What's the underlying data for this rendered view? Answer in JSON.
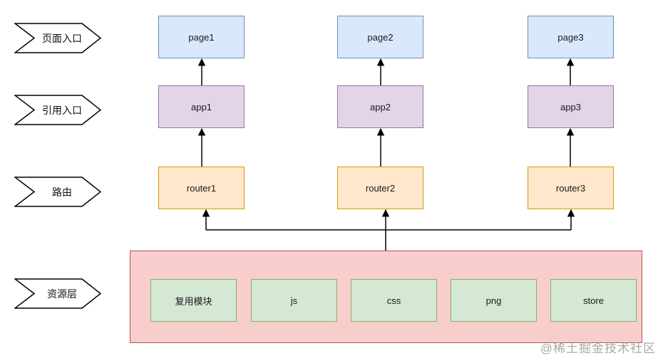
{
  "lanes": [
    {
      "label": "页面入口"
    },
    {
      "label": "引用入口"
    },
    {
      "label": "路由"
    },
    {
      "label": "资源层"
    }
  ],
  "columns": [
    {
      "page": "page1",
      "app": "app1",
      "router": "router1"
    },
    {
      "page": "page2",
      "app": "app2",
      "router": "router2"
    },
    {
      "page": "page3",
      "app": "app3",
      "router": "router3"
    }
  ],
  "resource_layer": {
    "items": [
      {
        "label": "复用模块"
      },
      {
        "label": "js"
      },
      {
        "label": "css"
      },
      {
        "label": "png"
      },
      {
        "label": "store"
      }
    ]
  },
  "watermark": "@稀土掘金技术社区",
  "colors": {
    "page_fill": "#dae8fc",
    "page_border": "#6c8ebf",
    "app_fill": "#e1d5e7",
    "app_border": "#9673a6",
    "router_fill": "#ffe6cc",
    "router_border": "#d79b00",
    "resource_fill": "#f8cecc",
    "resource_border": "#b85450",
    "item_fill": "#d5e8d4",
    "item_border": "#82b366",
    "banner_fill": "#ffffff",
    "banner_border": "#000000",
    "connector": "#000000"
  }
}
